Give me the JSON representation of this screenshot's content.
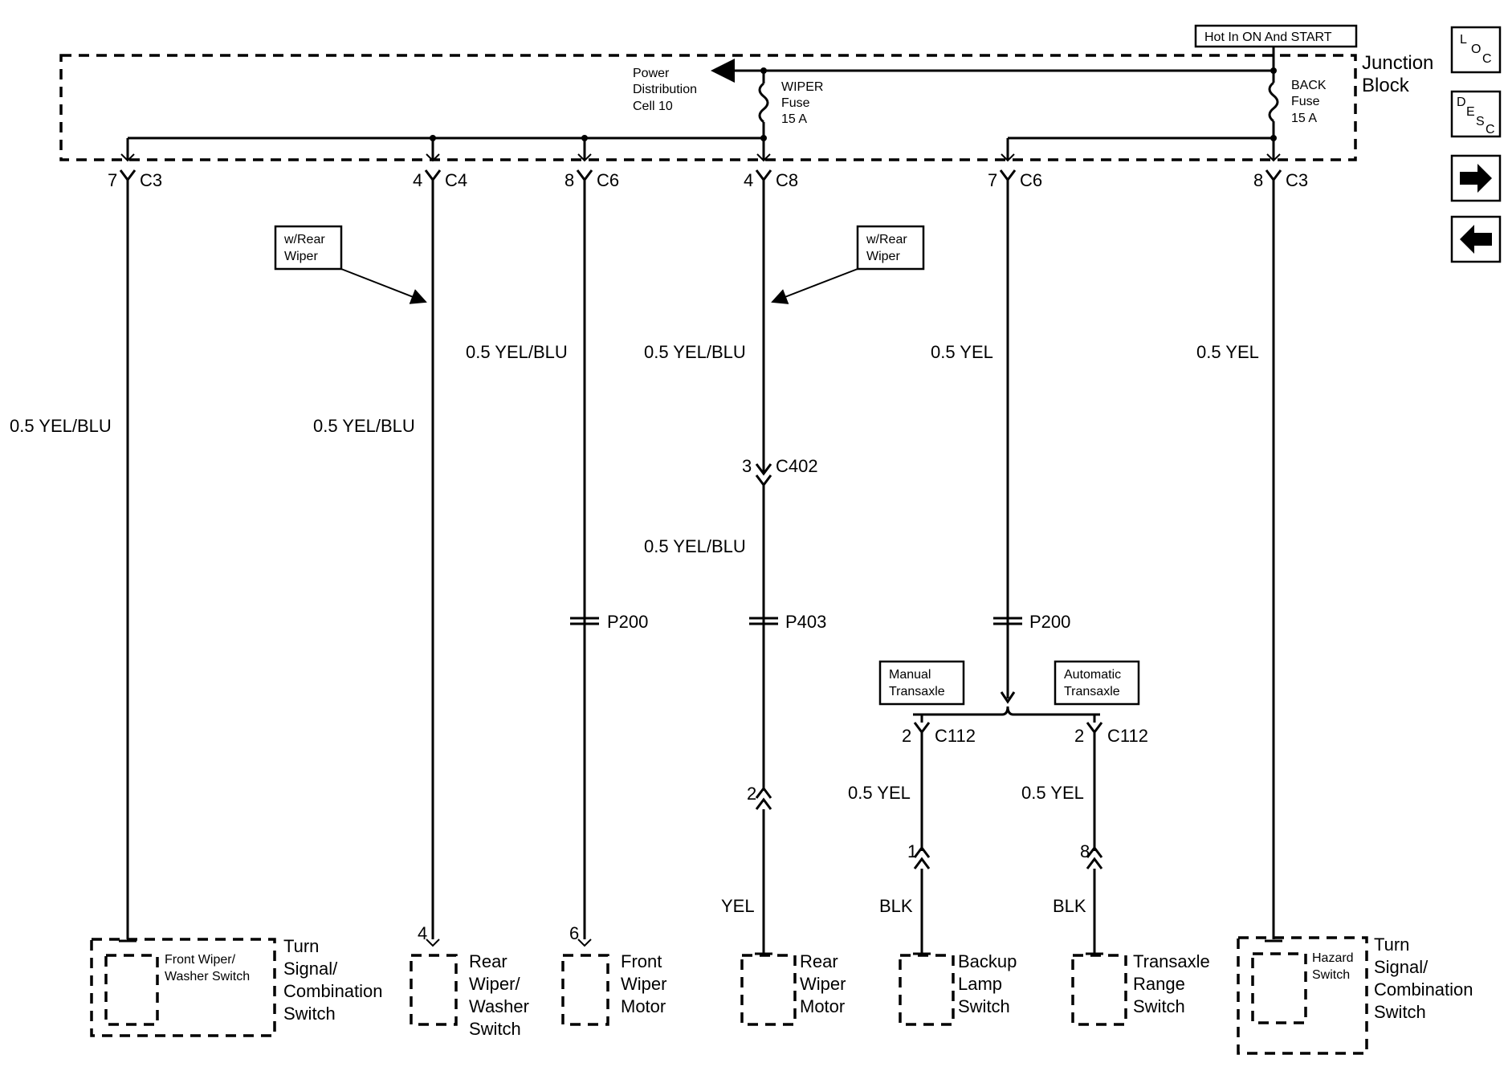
{
  "junction_block": {
    "label_line1": "Junction",
    "label_line2": "Block",
    "hot_label": "Hot In ON And START",
    "power_dist": [
      "Power",
      "Distribution",
      "Cell 10"
    ],
    "wiper_fuse": [
      "WIPER",
      "Fuse",
      "15 A"
    ],
    "back_fuse": [
      "BACK",
      "Fuse",
      "15 A"
    ]
  },
  "connectors": {
    "c3_left": {
      "pin": "7",
      "name": "C3"
    },
    "c4": {
      "pin": "4",
      "name": "C4"
    },
    "c6_a": {
      "pin": "8",
      "name": "C6"
    },
    "c8": {
      "pin": "4",
      "name": "C8"
    },
    "c6_b": {
      "pin": "7",
      "name": "C6"
    },
    "c3_right": {
      "pin": "8",
      "name": "C3"
    },
    "c402": {
      "pin": "3",
      "name": "C402"
    },
    "c112_a": {
      "pin": "2",
      "name": "C112"
    },
    "c112_b": {
      "pin": "2",
      "name": "C112"
    },
    "rear_motor_pin": "2",
    "backup_pin": "1",
    "range_pin": "8",
    "rear_washer_pin": "4",
    "front_motor_pin": "6"
  },
  "wires": {
    "w1": "0.5 YEL/BLU",
    "w2": "0.5 YEL/BLU",
    "w3": "0.5 YEL/BLU",
    "w4": "0.5 YEL/BLU",
    "w4b": "0.5 YEL/BLU",
    "w5": "0.5 YEL",
    "w6": "0.5 YEL",
    "w7": "0.5 YEL",
    "w8": "0.5 YEL",
    "yel": "YEL",
    "blk1": "BLK",
    "blk2": "BLK"
  },
  "splices": {
    "s1": "P200",
    "s2": "P403",
    "s3": "P200"
  },
  "notes": {
    "rear_wiper_1": [
      "w/Rear",
      "Wiper"
    ],
    "rear_wiper_2": [
      "w/Rear",
      "Wiper"
    ],
    "manual": [
      "Manual",
      "Transaxle"
    ],
    "automatic": [
      "Automatic",
      "Transaxle"
    ]
  },
  "components": {
    "turn_signal_left": [
      "Turn",
      "Signal/",
      "Combination",
      "Switch"
    ],
    "front_wiper_switch": [
      "Front Wiper/",
      "Washer Switch"
    ],
    "rear_wiper_washer": [
      "Rear",
      "Wiper/",
      "Washer",
      "Switch"
    ],
    "front_wiper_motor": [
      "Front",
      "Wiper",
      "Motor"
    ],
    "rear_wiper_motor": [
      "Rear",
      "Wiper",
      "Motor"
    ],
    "backup_lamp": [
      "Backup",
      "Lamp",
      "Switch"
    ],
    "transaxle_range": [
      "Transaxle",
      "Range",
      "Switch"
    ],
    "hazard_switch": [
      "Hazard",
      "Switch"
    ],
    "turn_signal_right": [
      "Turn",
      "Signal/",
      "Combination",
      "Switch"
    ]
  },
  "nav": {
    "loc": [
      "L",
      "O",
      "C"
    ],
    "desc": [
      "D",
      "E",
      "S",
      "C"
    ],
    "next_icon": "arrow-right-icon",
    "prev_icon": "arrow-left-icon"
  }
}
